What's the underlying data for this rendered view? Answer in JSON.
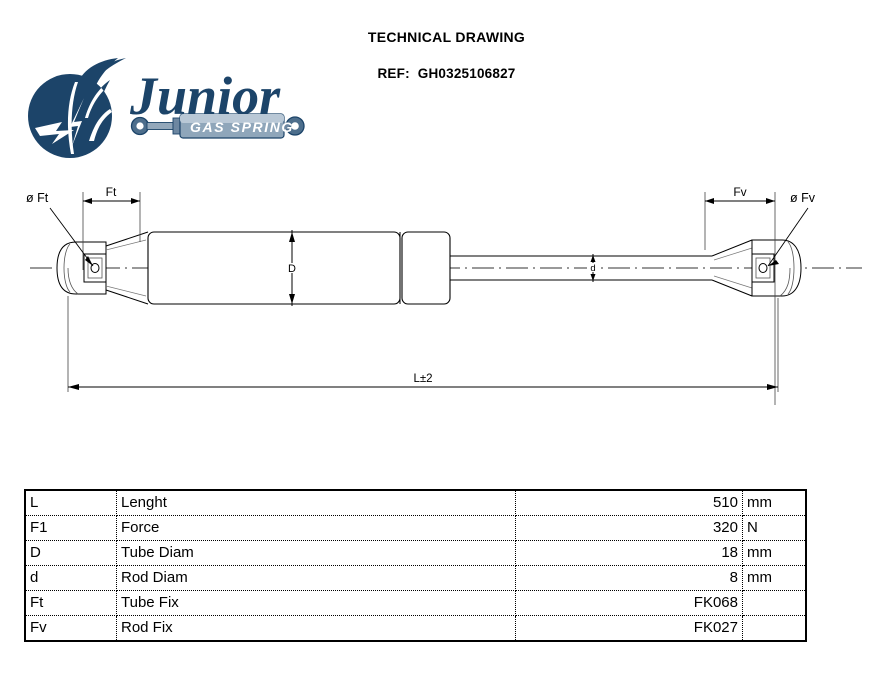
{
  "header": {
    "title": "TECHNICAL DRAWING",
    "ref_label": "REF:",
    "ref_value": "GH0325106827"
  },
  "logo": {
    "brand_name": "Junior",
    "tagline": "GAS SPRING",
    "brand_color": "#1c4469",
    "mark_name": "junior-wing-emblem"
  },
  "drawing": {
    "title": "gas-spring-side-view",
    "labels": {
      "tube_fix_dim": "Ft",
      "tube_fix_diam": "ø Ft",
      "rod_fix_dim": "Fv",
      "rod_fix_diam": "ø Fv",
      "tube_diam": "D",
      "rod_diam": "d",
      "overall_length": "L±2"
    },
    "line_color": "#000000"
  },
  "spec_table": {
    "columns": [
      "symbol",
      "description",
      "value",
      "unit"
    ],
    "rows": [
      {
        "symbol": "L",
        "description": "Lenght",
        "value": "510",
        "unit": "mm"
      },
      {
        "symbol": "F1",
        "description": "Force",
        "value": "320",
        "unit": "N"
      },
      {
        "symbol": "D",
        "description": "Tube Diam",
        "value": "18",
        "unit": "mm"
      },
      {
        "symbol": "d",
        "description": "Rod Diam",
        "value": "8",
        "unit": "mm"
      },
      {
        "symbol": "Ft",
        "description": "Tube Fix",
        "value": "FK068",
        "unit": ""
      },
      {
        "symbol": "Fv",
        "description": "Rod Fix",
        "value": "FK027",
        "unit": ""
      }
    ]
  }
}
